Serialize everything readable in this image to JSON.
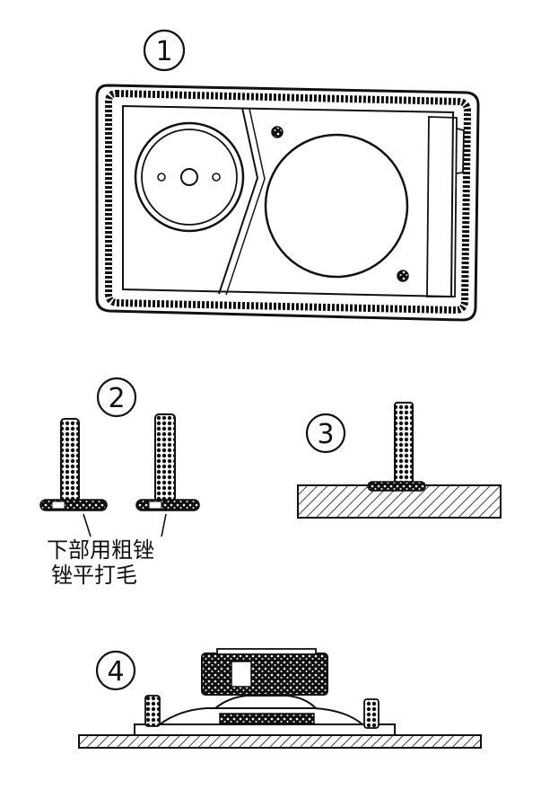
{
  "panels": [
    {
      "number": "1",
      "caption": []
    },
    {
      "number": "2",
      "caption": [
        "下部用粗锉",
        "锉平打毛"
      ]
    },
    {
      "number": "3",
      "caption": []
    },
    {
      "number": "4",
      "caption": []
    }
  ],
  "colors": {
    "ink": "#111111",
    "paper": "#ffffff"
  }
}
